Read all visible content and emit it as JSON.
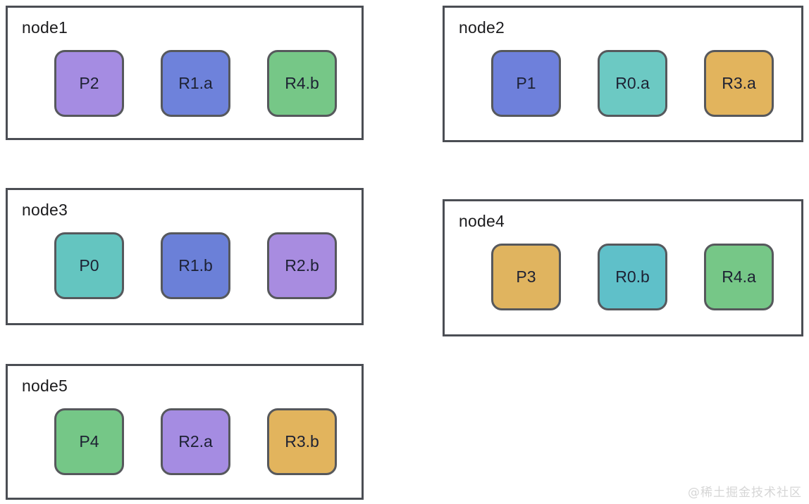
{
  "diagram": {
    "description_colors": {
      "node_border": "#4b4e54",
      "tile_border": "#56585c",
      "tile_text": "#1d2133",
      "node_title_text": "#1b1b1d",
      "background": "#ffffff",
      "purple": "#a58ce2",
      "blue": "#6e82db",
      "green": "#76c787",
      "teal": "#68c7c3",
      "gold": "#e2b45d"
    },
    "nodes": [
      {
        "title": "node1",
        "tiles": [
          {
            "label": "P2",
            "color": "#a58ce2"
          },
          {
            "label": "R1.a",
            "color": "#6e82db"
          },
          {
            "label": "R4.b",
            "color": "#76c787"
          }
        ]
      },
      {
        "title": "node2",
        "tiles": [
          {
            "label": "P1",
            "color": "#6e80db"
          },
          {
            "label": "R0.a",
            "color": "#6cc9c3"
          },
          {
            "label": "R3.a",
            "color": "#e2b45d"
          }
        ]
      },
      {
        "title": "node3",
        "tiles": [
          {
            "label": "P0",
            "color": "#64c5c0"
          },
          {
            "label": "R1.b",
            "color": "#6b80d8"
          },
          {
            "label": "R2.b",
            "color": "#a88ce0"
          }
        ]
      },
      {
        "title": "node4",
        "tiles": [
          {
            "label": "P3",
            "color": "#e0b45f"
          },
          {
            "label": "R0.b",
            "color": "#5fc0c9"
          },
          {
            "label": "R4.a",
            "color": "#76c787"
          }
        ]
      },
      {
        "title": "node5",
        "tiles": [
          {
            "label": "P4",
            "color": "#75c787"
          },
          {
            "label": "R2.a",
            "color": "#a58ce2"
          },
          {
            "label": "R3.b",
            "color": "#e2b45d"
          }
        ]
      }
    ]
  },
  "watermark": {
    "text": "@稀土掘金技术社区"
  }
}
